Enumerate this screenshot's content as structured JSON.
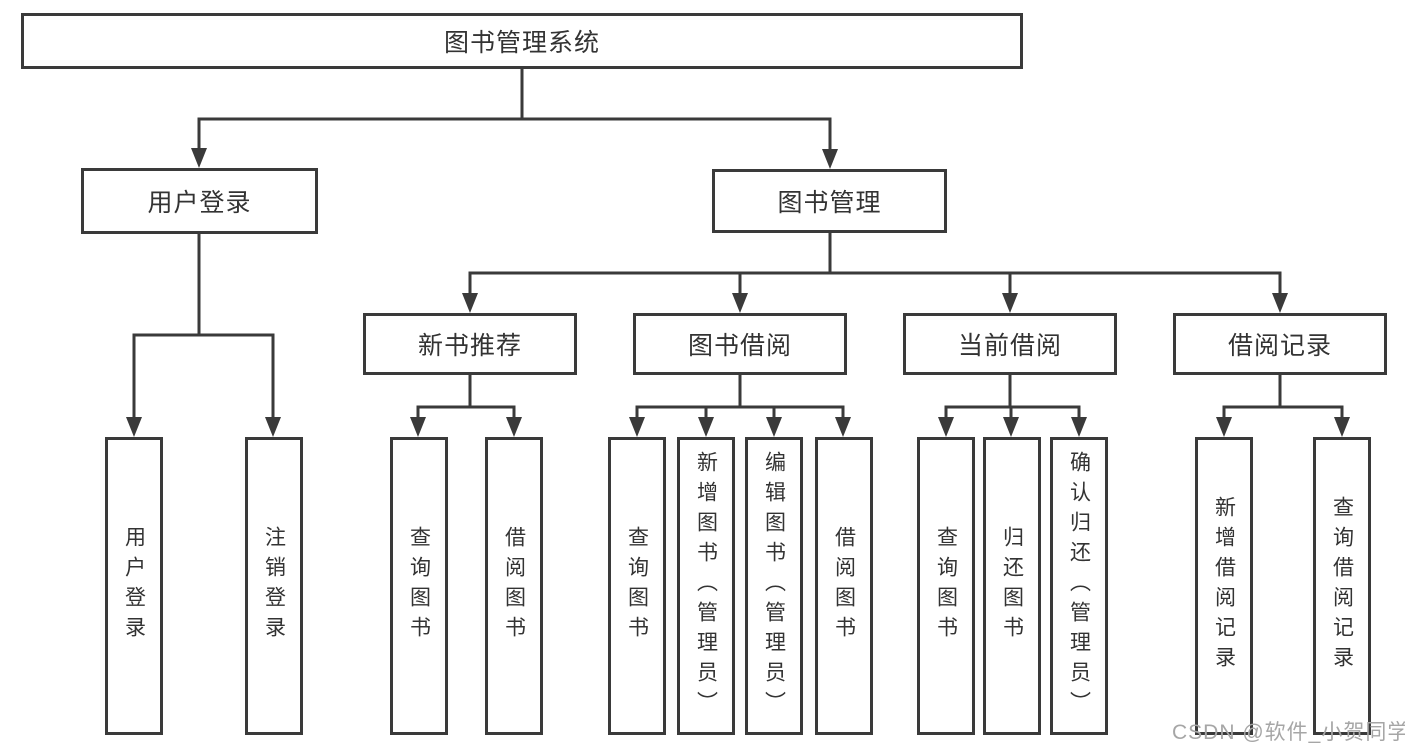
{
  "tree": {
    "root": {
      "label": "图书管理系统"
    },
    "branches": [
      {
        "label": "用户登录",
        "children": [
          "用户登录",
          "注销登录"
        ]
      },
      {
        "label": "图书管理",
        "children": [
          {
            "label": "新书推荐",
            "children": [
              "查询图书",
              "借阅图书"
            ]
          },
          {
            "label": "图书借阅",
            "children": [
              "查询图书",
              "新增图书（管理员）",
              "编辑图书（管理员）",
              "借阅图书"
            ]
          },
          {
            "label": "当前借阅",
            "children": [
              "查询图书",
              "归还图书",
              "确认归还（管理员）"
            ]
          },
          {
            "label": "借阅记录",
            "children": [
              "新增借阅记录",
              "查询借阅记录"
            ]
          }
        ]
      }
    ]
  },
  "watermark": {
    "text": "CSDN @软件_小贺同学"
  },
  "colors": {
    "line": "#3a3a3a",
    "text": "#333333",
    "background": "#ffffff",
    "watermark": "#a6a6a6"
  }
}
